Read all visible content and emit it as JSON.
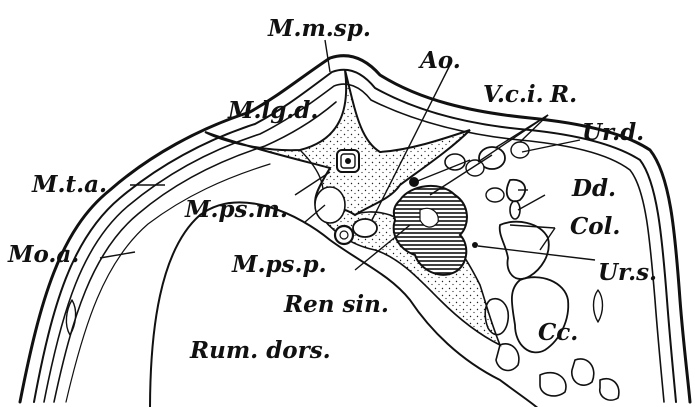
{
  "figure": {
    "background": "#ffffff",
    "ink_color": "#111111",
    "labels": {
      "m_m_sp": "M.m.sp.",
      "ao": "Ao.",
      "v_c_i": "V.c.i.",
      "r": "R.",
      "m_lg_d": "M.lg.d.",
      "ur_d": "Ur.d.",
      "m_t_a": "M.t.a.",
      "dd": "Dd.",
      "m_ps_m": "M.ps.m.",
      "col": "Col.",
      "mo_a": "Mo.a.",
      "m_ps_p": "M.ps.p.",
      "ur_s": "Ur.s.",
      "ren_sin": "Ren sin.",
      "cc": "Cc.",
      "rum_dors": "Rum. dors."
    }
  }
}
